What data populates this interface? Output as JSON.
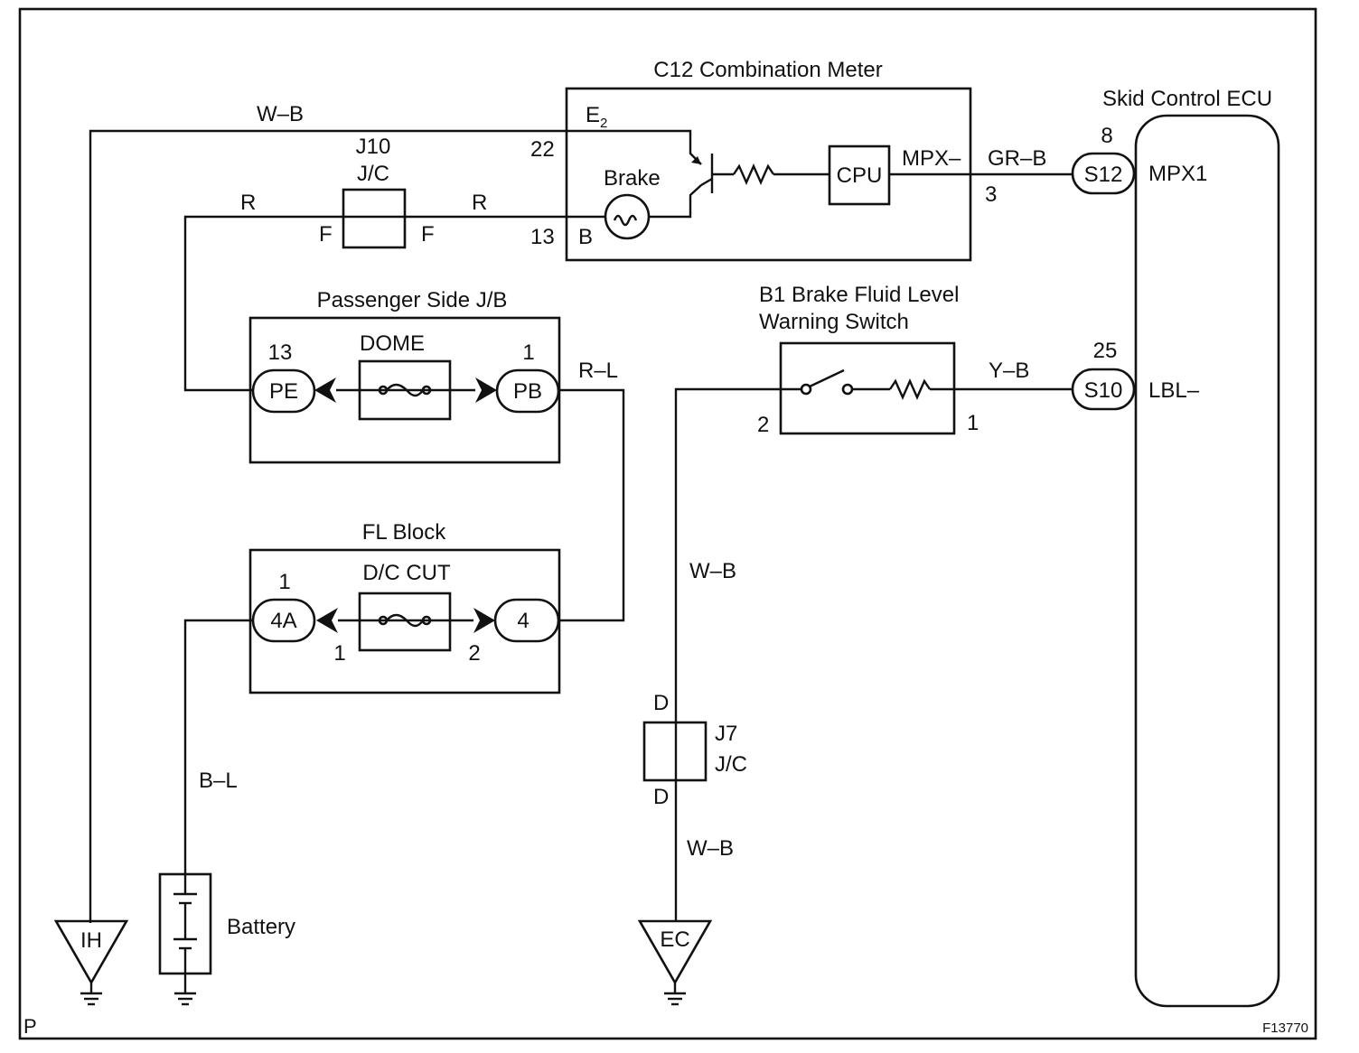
{
  "diagram": {
    "combination_meter": {
      "title": "C12 Combination Meter",
      "e2_pin": "E",
      "e2_sub": "2",
      "pin_22": "22",
      "pin_13": "13",
      "pin_b": "B",
      "brake_label": "Brake",
      "cpu_label": "CPU",
      "mpx_label": "MPX–",
      "pin_3": "3"
    },
    "j10": {
      "name": "J10",
      "type": "J/C",
      "left_pin": "F",
      "right_pin": "F"
    },
    "passenger_jb": {
      "title": "Passenger Side J/B",
      "fuse_label": "DOME",
      "left_connector": "PE",
      "left_pin": "13",
      "right_connector": "PB",
      "right_pin": "1"
    },
    "fl_block": {
      "title": "FL Block",
      "fuse_label": "D/C CUT",
      "left_connector": "4A",
      "left_pin_top": "1",
      "left_pin_bottom": "1",
      "right_connector": "4",
      "right_pin_bottom": "2"
    },
    "brake_fluid_switch": {
      "title_line1": "B1 Brake Fluid Level",
      "title_line2": "Warning Switch",
      "pin_left": "2",
      "pin_right": "1"
    },
    "skid_ecu": {
      "title": "Skid Control ECU",
      "conn_mpx_pin": "8",
      "conn_mpx": "S12",
      "mpx_terminal": "MPX1",
      "conn_lbl_pin": "25",
      "conn_lbl": "S10",
      "lbl_terminal": "LBL–"
    },
    "j7": {
      "name": "J7",
      "type": "J/C",
      "top_pin": "D",
      "bottom_pin": "D"
    },
    "wires": {
      "w_b_top": "W–B",
      "r_left": "R",
      "r_right": "R",
      "gr_b": "GR–B",
      "r_l": "R–L",
      "y_b": "Y–B",
      "w_b_mid": "W–B",
      "w_b_low": "W–B",
      "b_l": "B–L"
    },
    "grounds": {
      "ih": "IH",
      "ec": "EC"
    },
    "battery_label": "Battery",
    "corner_left": "P",
    "figure_code": "F13770"
  }
}
